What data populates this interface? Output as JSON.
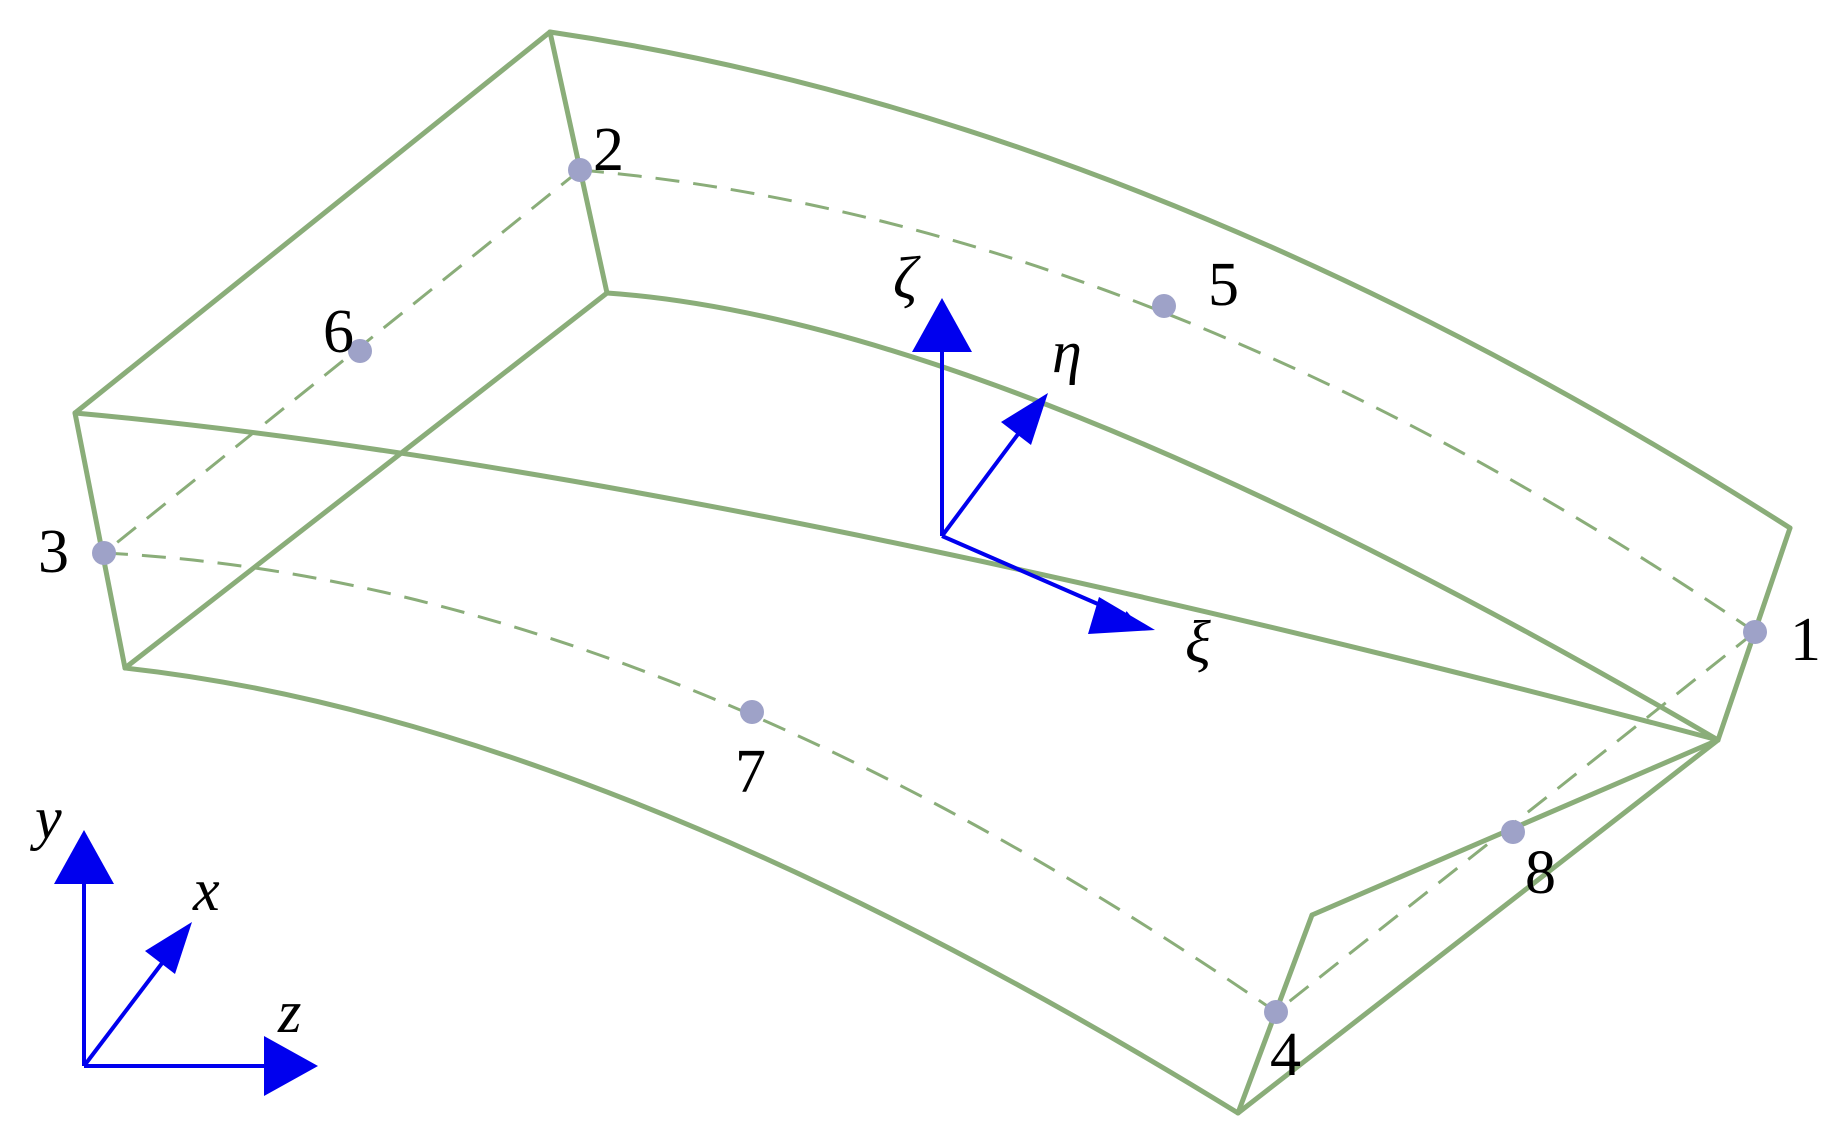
{
  "colors": {
    "element_edge": "#8aad79",
    "node_point": "#9ea2c8",
    "axis": "#0000ee",
    "text": "#000000",
    "background": "#ffffff"
  },
  "nodes": [
    {
      "id": "1",
      "label": "1"
    },
    {
      "id": "2",
      "label": "2"
    },
    {
      "id": "3",
      "label": "3"
    },
    {
      "id": "4",
      "label": "4"
    },
    {
      "id": "5",
      "label": "5"
    },
    {
      "id": "6",
      "label": "6"
    },
    {
      "id": "7",
      "label": "7"
    },
    {
      "id": "8",
      "label": "8"
    }
  ],
  "local_axes": {
    "zeta": "ζ",
    "eta": "η",
    "xi": "ξ"
  },
  "global_axes": {
    "y": "y",
    "x": "x",
    "z": "z"
  }
}
